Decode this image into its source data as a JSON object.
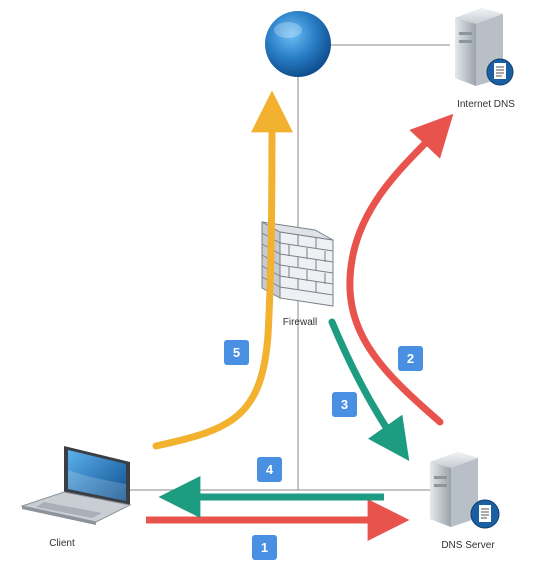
{
  "nodes": {
    "internet_dns": {
      "label": "Internet DNS"
    },
    "firewall": {
      "label": "Firewall"
    },
    "client": {
      "label": "Client"
    },
    "dns_server": {
      "label": "DNS Server"
    }
  },
  "steps": [
    {
      "number": "1",
      "color": "#e9534e"
    },
    {
      "number": "2",
      "color": "#e9534e"
    },
    {
      "number": "3",
      "color": "#1e9c81"
    },
    {
      "number": "4",
      "color": "#1e9c81"
    },
    {
      "number": "5",
      "color": "#f2b12f"
    }
  ],
  "colors": {
    "red_arrow": "#e9534e",
    "green_arrow": "#1e9c81",
    "orange_arrow": "#f2b12f",
    "badge": "#4a90e2",
    "line": "#777777",
    "globe": "#2a7fc7"
  }
}
